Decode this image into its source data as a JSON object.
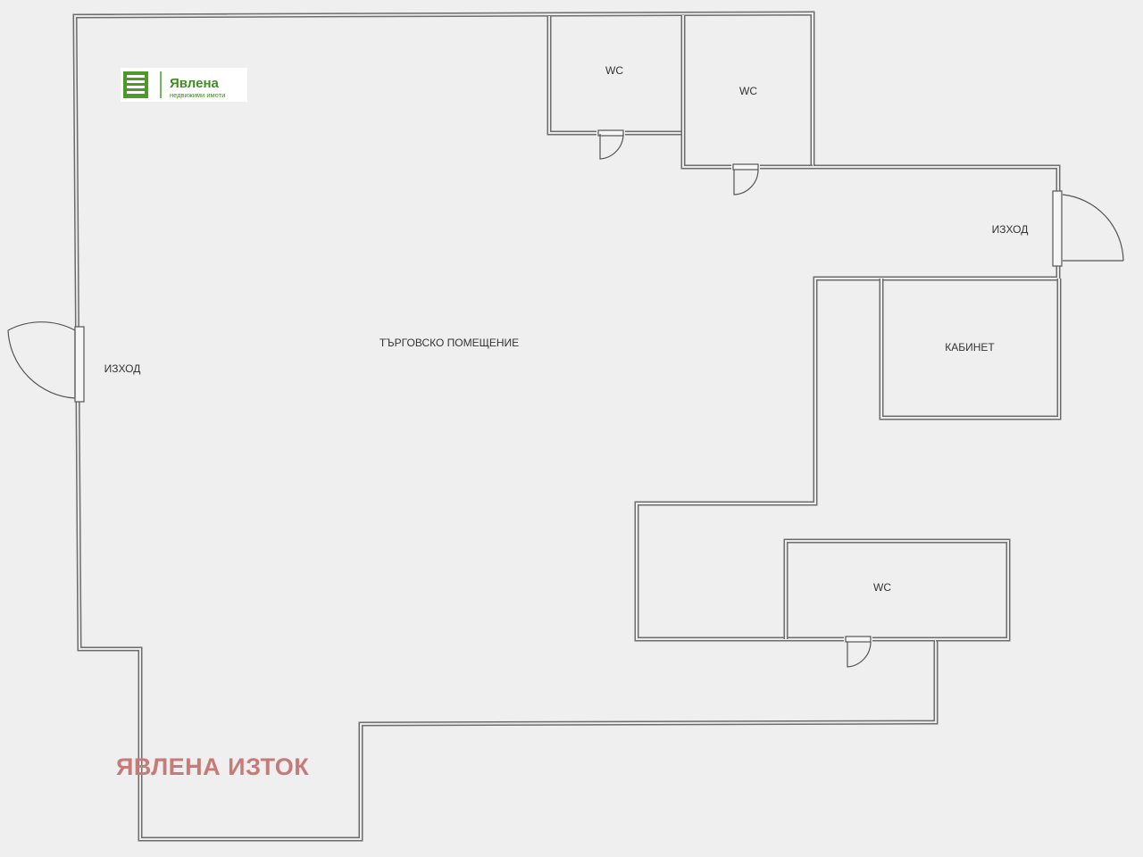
{
  "logo": {
    "brand": "Явлена",
    "tagline": "недвижими имоти",
    "color": "#3e8e1e"
  },
  "rooms": {
    "main_hall": "ТЪРГОВСКО ПОМЕЩЕНИЕ",
    "exit_left": "ИЗХОД",
    "exit_right": "ИЗХОД",
    "wc_1": "WC",
    "wc_2": "WC",
    "wc_3": "WC",
    "office": "КАБИНЕТ"
  },
  "watermark": {
    "text": "ЯВЛЕНА ИЗТОК",
    "color": "#c77b78"
  },
  "colors": {
    "background": "#efefef",
    "wall": "#6d6d6d"
  }
}
